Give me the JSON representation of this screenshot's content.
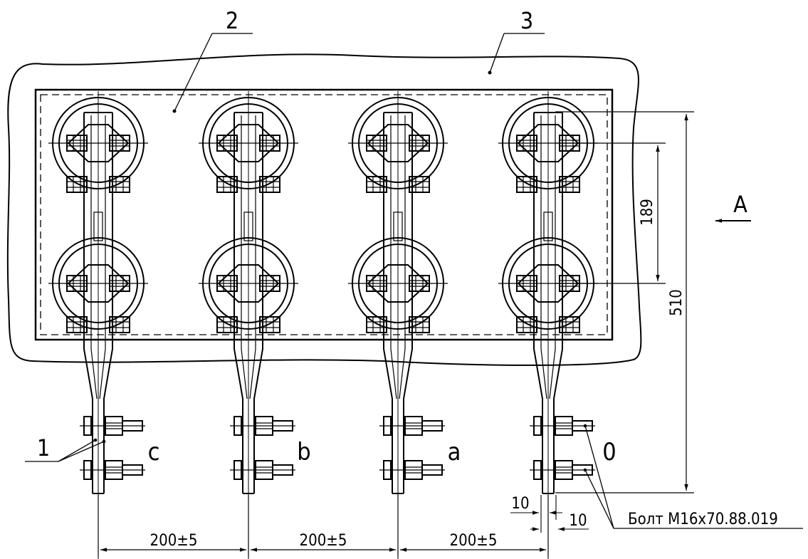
{
  "callouts": {
    "item_1": "1",
    "item_2": "2",
    "item_3": "3"
  },
  "phases": [
    "c",
    "b",
    "a",
    "0"
  ],
  "view_label": "A",
  "dimensions": {
    "spacing": [
      "200±5",
      "200±5",
      "200±5"
    ],
    "height_total": "510",
    "insulator_pitch": "189",
    "offset_left": "10",
    "offset_right": "10"
  },
  "bolt_note": "Болт М16х70.88.019",
  "colors": {
    "line": "#000000",
    "background": "#ffffff"
  }
}
